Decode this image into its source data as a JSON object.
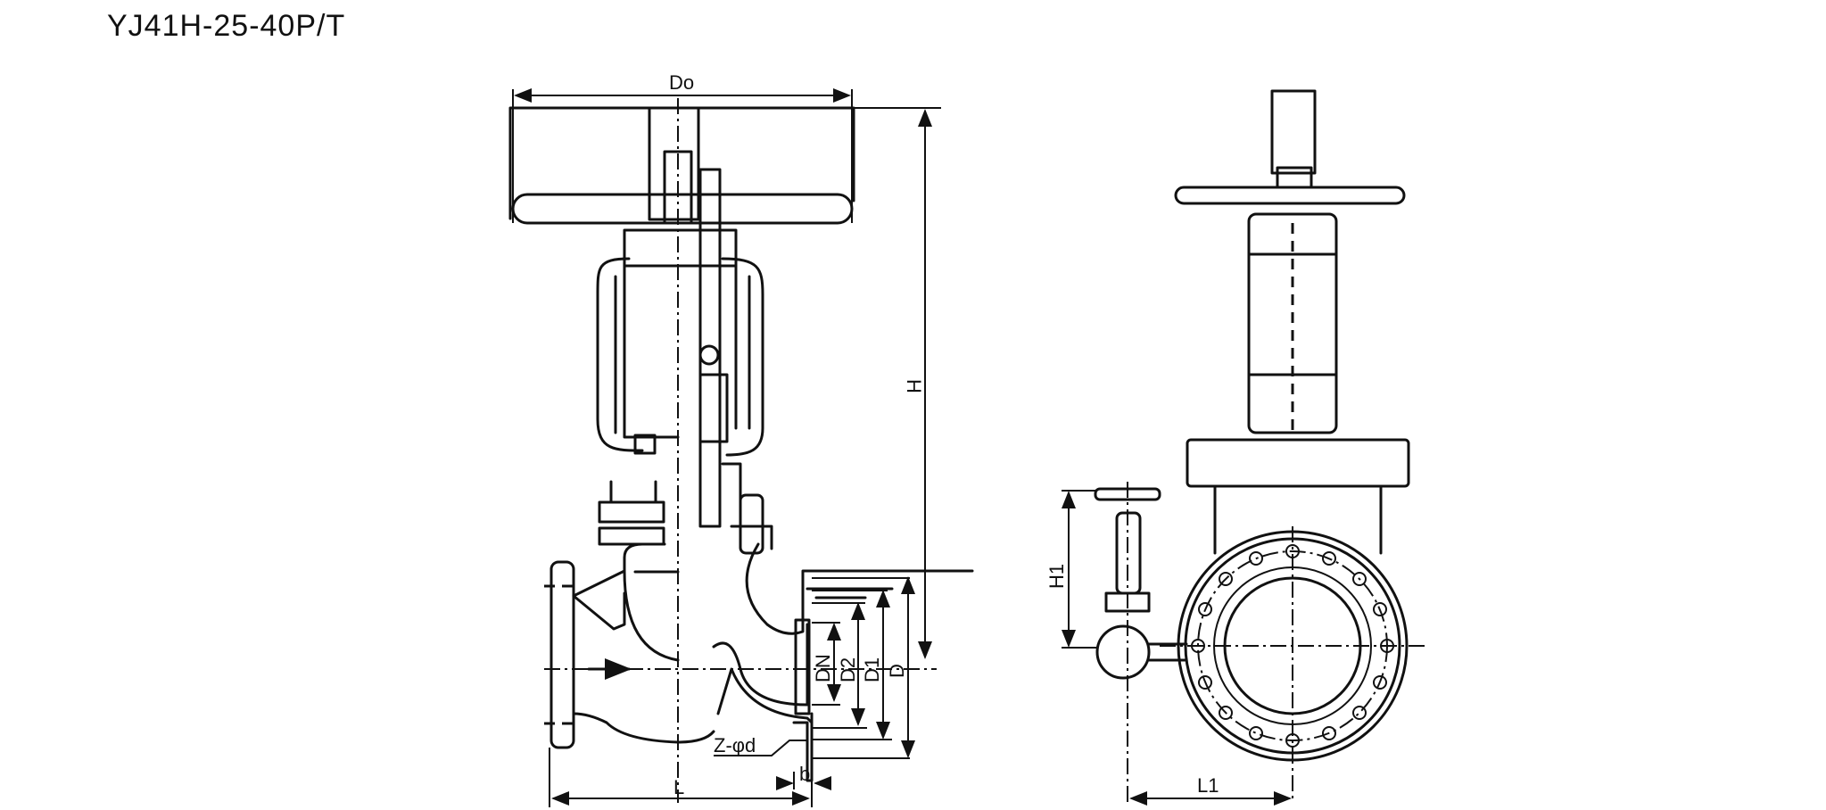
{
  "title": "YJ41H-25-40P/T",
  "labels": {
    "Do": "Do",
    "H": "H",
    "DN": "DN",
    "D2": "D2",
    "D1": "D1",
    "D": "D",
    "Z_phi_d": "Z-φd",
    "b": "b",
    "L": "L",
    "H1": "H1",
    "L1": "L1"
  }
}
